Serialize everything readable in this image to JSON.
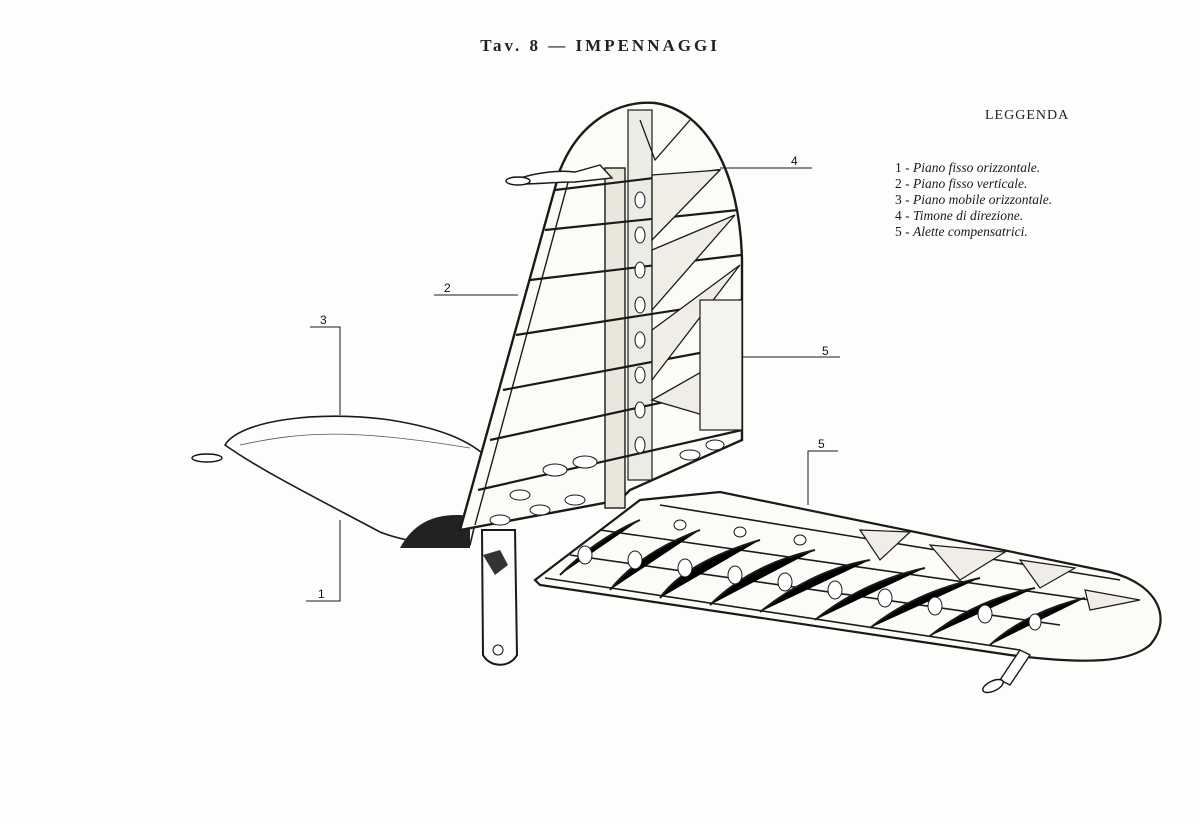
{
  "title": "Tav. 8 — IMPENNAGGI",
  "legend": {
    "heading": "LEGGENDA",
    "items": [
      {
        "num": "1 -",
        "text": "Piano fisso orizzontale."
      },
      {
        "num": "2 -",
        "text": "Piano fisso verticale."
      },
      {
        "num": "3 -",
        "text": "Piano mobile orizzontale."
      },
      {
        "num": "4 -",
        "text": "Timone di direzione."
      },
      {
        "num": "5 -",
        "text": "Alette compensatrici."
      }
    ]
  },
  "callouts": {
    "c1": "1",
    "c2": "2",
    "c3": "3",
    "c4": "4",
    "c5a": "5",
    "c5b": "5"
  },
  "colors": {
    "ink": "#1a1a1a",
    "paper": "#fdfdfb",
    "frame": "#e9e6dc"
  }
}
